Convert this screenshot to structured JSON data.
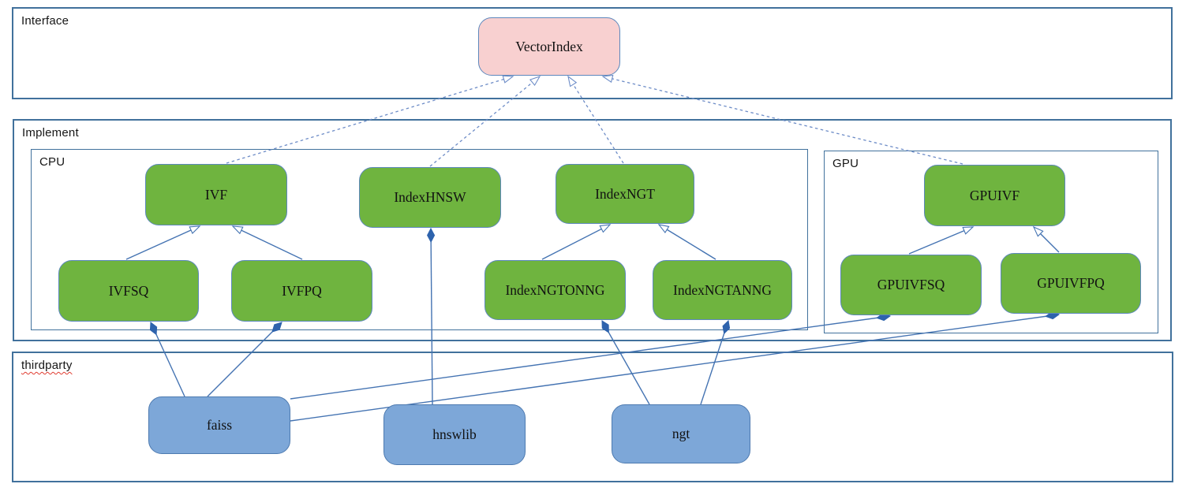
{
  "diagram": {
    "containers": {
      "interface": {
        "label": "Interface"
      },
      "implement": {
        "label": "Implement"
      },
      "cpu": {
        "label": "CPU"
      },
      "gpu": {
        "label": "GPU"
      },
      "thirdparty": {
        "label": "thirdparty"
      }
    },
    "nodes": {
      "vectorindex": {
        "label": "VectorIndex",
        "group": "interface",
        "kind": "interface"
      },
      "ivf": {
        "label": "IVF",
        "group": "cpu",
        "kind": "class"
      },
      "indexhnsw": {
        "label": "IndexHNSW",
        "group": "cpu",
        "kind": "class"
      },
      "indexngt": {
        "label": "IndexNGT",
        "group": "cpu",
        "kind": "class"
      },
      "ivfsq": {
        "label": "IVFSQ",
        "group": "cpu",
        "kind": "class"
      },
      "ivfpq": {
        "label": "IVFPQ",
        "group": "cpu",
        "kind": "class"
      },
      "indexngtonng": {
        "label": "IndexNGTONNG",
        "group": "cpu",
        "kind": "class"
      },
      "indexngtanng": {
        "label": "IndexNGTANNG",
        "group": "cpu",
        "kind": "class"
      },
      "gpuivf": {
        "label": "GPUIVF",
        "group": "gpu",
        "kind": "class"
      },
      "gpuivfsq": {
        "label": "GPUIVFSQ",
        "group": "gpu",
        "kind": "class"
      },
      "gpuivfpq": {
        "label": "GPUIVFPQ",
        "group": "gpu",
        "kind": "class"
      },
      "faiss": {
        "label": "faiss",
        "group": "thirdparty",
        "kind": "library"
      },
      "hnswlib": {
        "label": "hnswlib",
        "group": "thirdparty",
        "kind": "library"
      },
      "ngt": {
        "label": "ngt",
        "group": "thirdparty",
        "kind": "library"
      }
    },
    "edges": [
      {
        "from": "IVF",
        "to": "VectorIndex",
        "type": "realization-dashed-hollow-arrow"
      },
      {
        "from": "IndexHNSW",
        "to": "VectorIndex",
        "type": "realization-dashed-hollow-arrow"
      },
      {
        "from": "IndexNGT",
        "to": "VectorIndex",
        "type": "realization-dashed-hollow-arrow"
      },
      {
        "from": "GPUIVF",
        "to": "VectorIndex",
        "type": "realization-dashed-hollow-arrow"
      },
      {
        "from": "IVFSQ",
        "to": "IVF",
        "type": "generalization-hollow-arrow"
      },
      {
        "from": "IVFPQ",
        "to": "IVF",
        "type": "generalization-hollow-arrow"
      },
      {
        "from": "IndexNGTONNG",
        "to": "IndexNGT",
        "type": "generalization-hollow-arrow"
      },
      {
        "from": "IndexNGTANNG",
        "to": "IndexNGT",
        "type": "generalization-hollow-arrow"
      },
      {
        "from": "GPUIVFSQ",
        "to": "GPUIVF",
        "type": "generalization-hollow-arrow"
      },
      {
        "from": "GPUIVFPQ",
        "to": "GPUIVF",
        "type": "generalization-hollow-arrow"
      },
      {
        "from": "IVFSQ",
        "to": "faiss",
        "type": "composition-filled-diamond"
      },
      {
        "from": "IVFPQ",
        "to": "faiss",
        "type": "composition-filled-diamond"
      },
      {
        "from": "GPUIVFSQ",
        "to": "faiss",
        "type": "composition-filled-diamond"
      },
      {
        "from": "GPUIVFPQ",
        "to": "faiss",
        "type": "composition-filled-diamond"
      },
      {
        "from": "IndexHNSW",
        "to": "hnswlib",
        "type": "composition-filled-diamond"
      },
      {
        "from": "IndexNGTONNG",
        "to": "ngt",
        "type": "composition-filled-diamond"
      },
      {
        "from": "IndexNGTANNG",
        "to": "ngt",
        "type": "composition-filled-diamond"
      }
    ],
    "colors": {
      "class_fill": "#6fb43f",
      "interface_fill": "#f8d0d0",
      "library_fill": "#7da7d8",
      "shape_border": "#5d88bd",
      "container_border": "#41719c",
      "edge_solid": "#4473b2",
      "edge_dashed": "#6d8cc7",
      "spellcheck_underline": "#e03c31"
    }
  }
}
